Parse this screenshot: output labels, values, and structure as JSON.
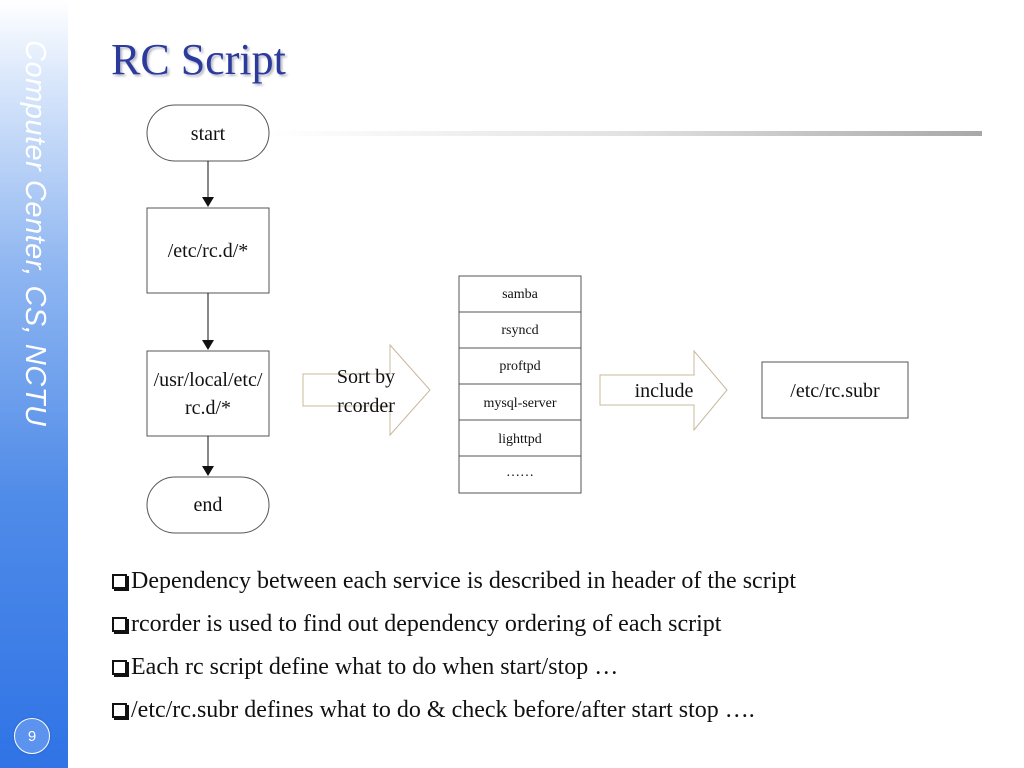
{
  "sidebar": {
    "text": "Computer Center, CS, NCTU",
    "slide_number": "9"
  },
  "slide": {
    "title": "RC Script"
  },
  "flowchart": {
    "start": "start",
    "rcd": "/etc/rc.d/*",
    "local_line1": "/usr/local/etc/",
    "local_line2": "rc.d/*",
    "end": "end",
    "sort_line1": "Sort by",
    "sort_line2": "rcorder",
    "services": [
      "samba",
      "rsyncd",
      "proftpd",
      "mysql-server",
      "lighttpd",
      "……"
    ],
    "include": "include",
    "subr": "/etc/rc.subr"
  },
  "bullets": [
    "Dependency between each service is described in header of the script",
    "rcorder is used to find out dependency ordering of each script",
    "Each rc script define what to do when start/stop …",
    "/etc/rc.subr defines what to do & check before/after start stop …."
  ],
  "colors": {
    "title": "#2b3a9b",
    "sidebar_bottom": "#2f73e6",
    "arrow_stroke": "#c8b89a"
  }
}
